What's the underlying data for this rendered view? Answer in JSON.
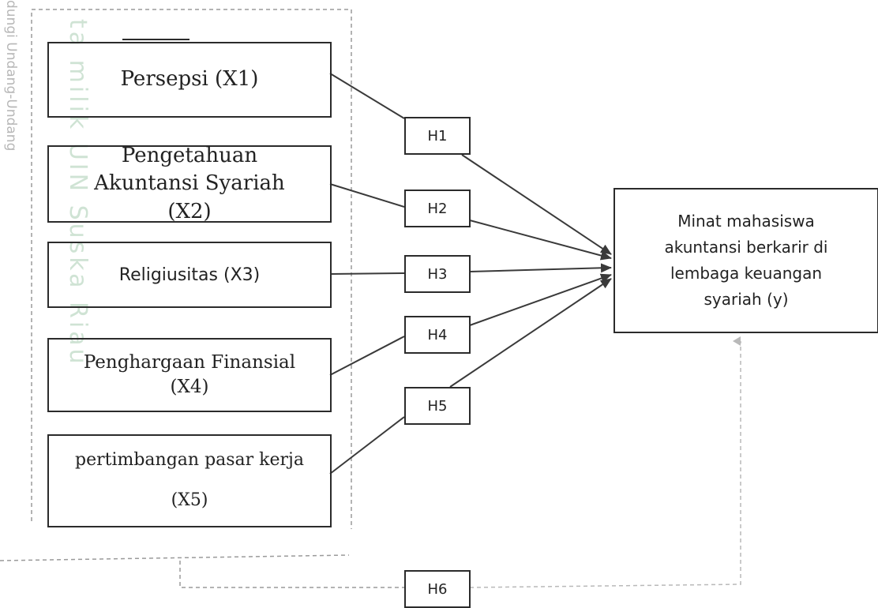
{
  "watermark": {
    "side_text": "dungi Undang-Undang",
    "mid_text": "ta milik UIN Suska Riau"
  },
  "variables": [
    {
      "label": "Persepsi (X1)"
    },
    {
      "label": "Pengetahuan Akuntansi Syariah (X2)"
    },
    {
      "label": "Religiusitas (X3)"
    },
    {
      "label": "Penghargaan Finansial (X4)"
    },
    {
      "label": "pertimbangan pasar kerja (X5)"
    }
  ],
  "dependent": {
    "label": "Minat mahasiswa akuntansi berkarir di lembaga keuangan syariah (y)"
  },
  "hypotheses": [
    "H1",
    "H2",
    "H3",
    "H4",
    "H5",
    "H6"
  ]
}
